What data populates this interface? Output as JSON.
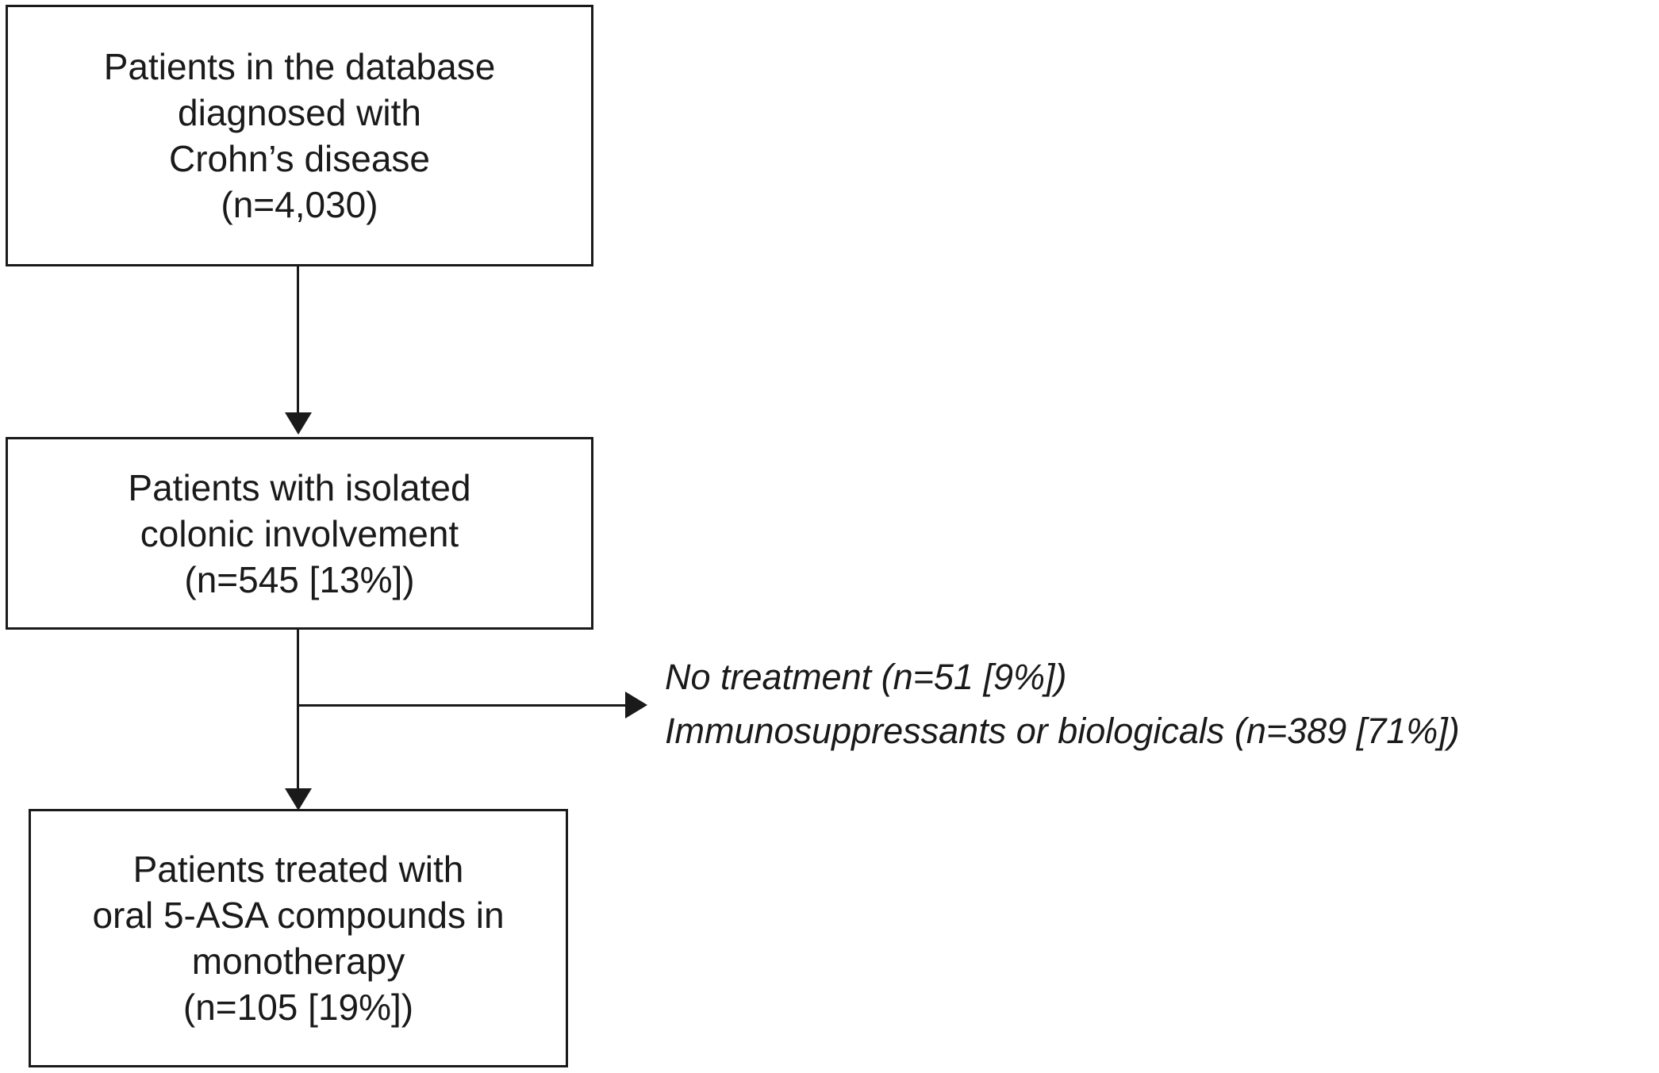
{
  "diagram": {
    "type": "patient-flow-diagram",
    "background_color": "#ffffff",
    "line_color": "#1a1a1a",
    "text_color": "#1a1a1a",
    "nodes": [
      {
        "id": "cohort",
        "lines": [
          "Patients in the database",
          "diagnosed with",
          "Crohn’s disease",
          "(n=4,030)"
        ],
        "n": 4030,
        "percent": null
      },
      {
        "id": "colonic",
        "lines": [
          "Patients with isolated",
          "colonic involvement",
          "(n=545 [13%])"
        ],
        "n": 545,
        "percent": 13
      },
      {
        "id": "monotherapy",
        "lines": [
          "Patients treated with",
          "oral 5-ASA compounds in",
          "monotherapy",
          "(n=105 [19%])"
        ],
        "n": 105,
        "percent": 19
      }
    ],
    "exclusions": {
      "lines": [
        "No treatment (n=51 [9%])",
        "Immunosuppressants or biologicals (n=389 [71%])"
      ],
      "items": [
        {
          "label": "No treatment",
          "n": 51,
          "percent": 9
        },
        {
          "label": "Immunosuppressants or biologicals",
          "n": 389,
          "percent": 71
        }
      ]
    },
    "connectors": [
      {
        "id": "cohort-to-colonic",
        "type": "arrow-down"
      },
      {
        "id": "colonic-to-monotherapy",
        "type": "arrow-down"
      },
      {
        "id": "colonic-to-exclusions",
        "type": "arrow-right"
      }
    ]
  }
}
